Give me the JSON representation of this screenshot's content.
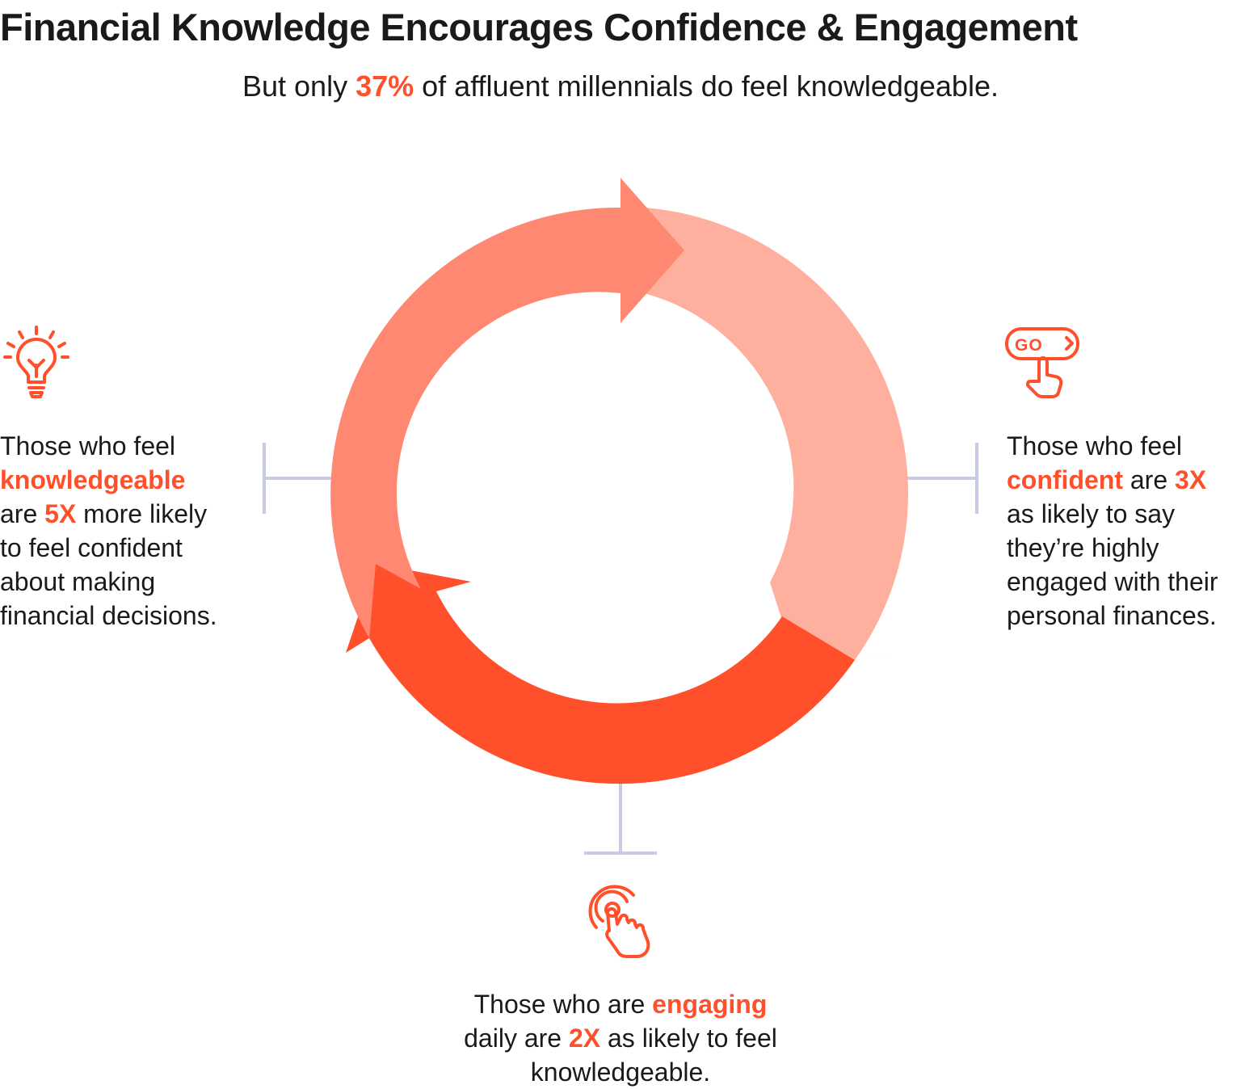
{
  "title": "Financial Knowledge Encourages Confidence & Engagement",
  "subtitle": {
    "prefix": "But only ",
    "highlight": "37%",
    "suffix": " of affluent millennials do feel knowledgeable."
  },
  "colors": {
    "accent": "#ff4f2b",
    "arrow_top": "#ff8872",
    "arrow_right": "#ffaf9e",
    "arrow_bottom": "#ff4f2b",
    "connector": "#c8cbe4"
  },
  "icons": {
    "left": "lightbulb-icon",
    "right": "go-button-tap-icon",
    "bottom": "finger-tap-icon"
  },
  "blocks": {
    "left": {
      "line1": "Those who feel",
      "line2_hl": "knowledgeable",
      "line3_a": "are ",
      "line3_hl": "5X",
      "line3_b": " more likely",
      "line4": "to feel confident",
      "line5": "about making",
      "line6": "financial decisions."
    },
    "right": {
      "line1": "Those who feel",
      "line2_hl1": "confident",
      "line2_mid": " are ",
      "line2_hl2": "3X",
      "line3": "as likely to say",
      "line4": "they’re highly",
      "line5": "engaged with their",
      "line6": "personal finances."
    },
    "bottom": {
      "line1_a": "Those who are ",
      "line1_hl": "engaging",
      "line2_a": "daily are ",
      "line2_hl": "2X",
      "line2_b": " as likely to feel",
      "line3": "knowledgeable."
    }
  },
  "icon_text": {
    "go": "GO"
  }
}
